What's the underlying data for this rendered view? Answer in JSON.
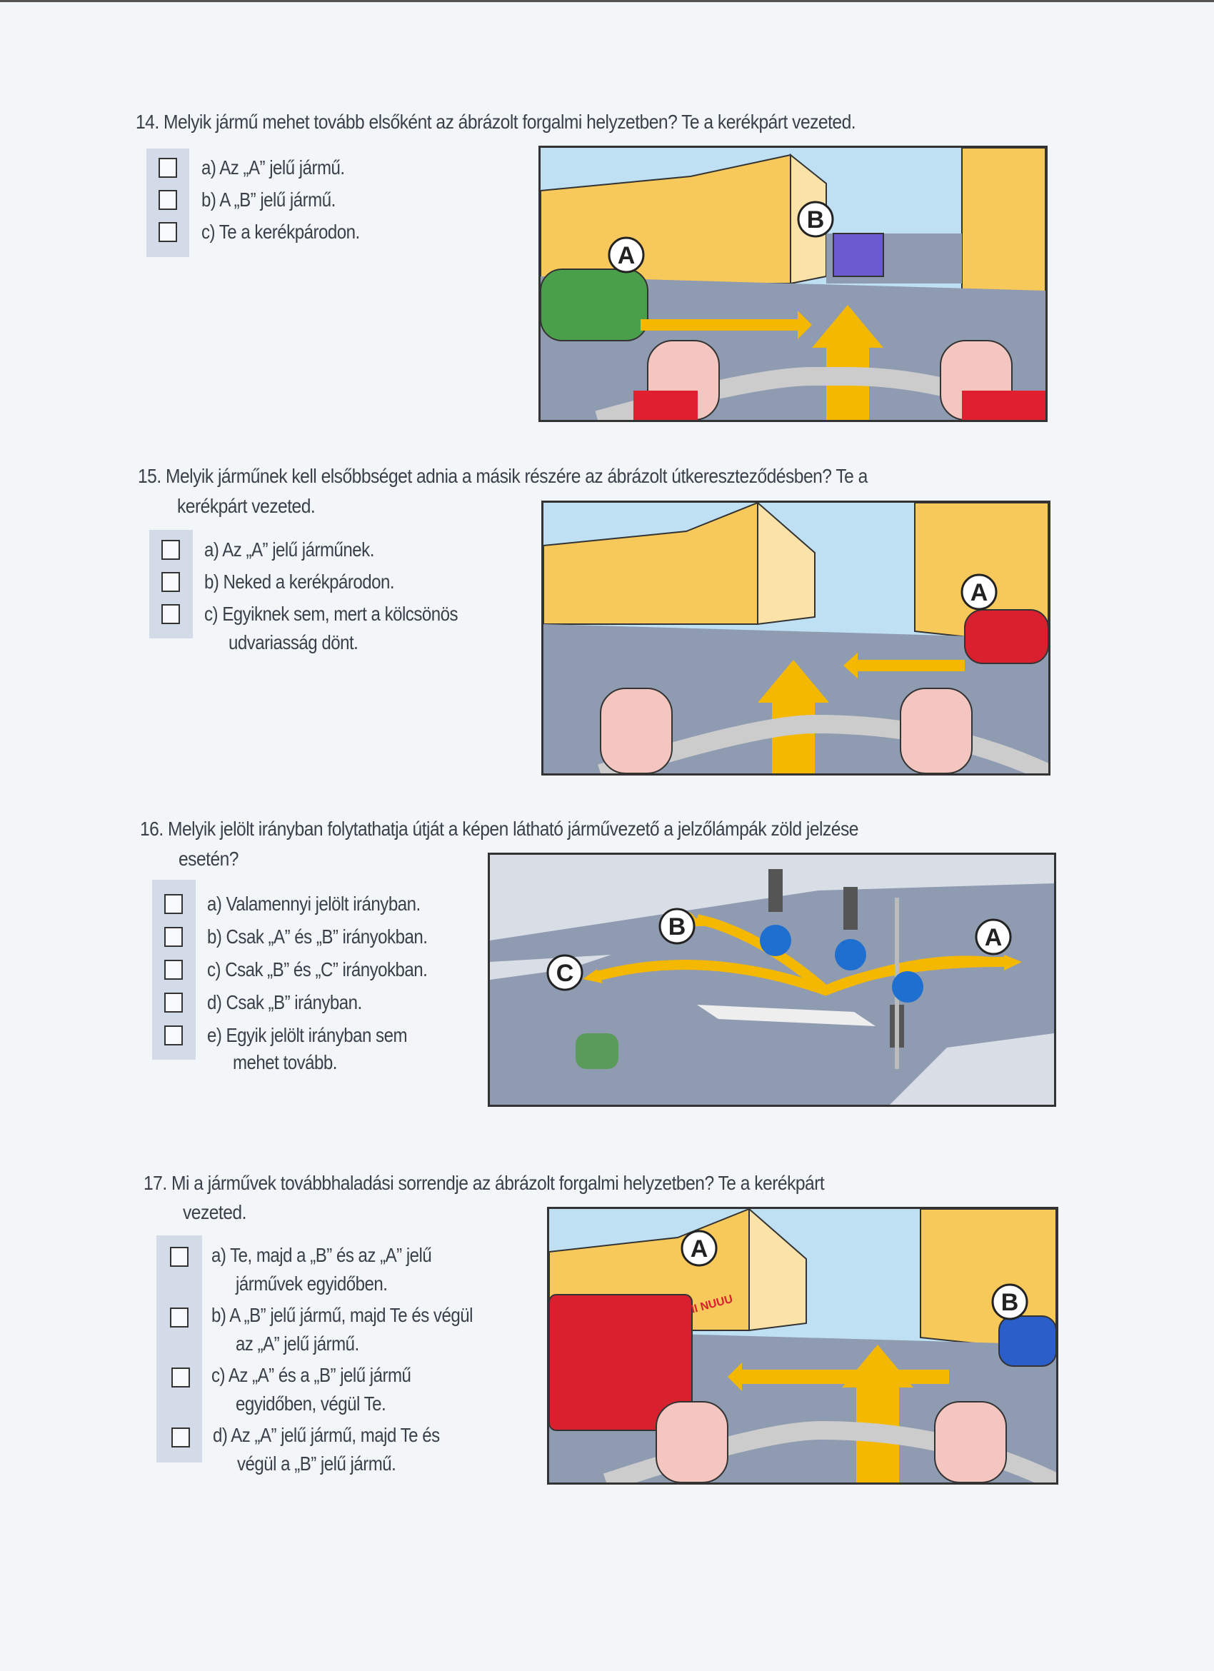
{
  "questions": [
    {
      "title": "14. Melyik jármű mehet tovább elsőként az ábrázolt forgalmi helyzetben? Te a kerékpárt vezeted.",
      "options": [
        "a) Az „A” jelű jármű.",
        "b) A „B” jelű jármű.",
        "c) Te a kerékpárodon."
      ],
      "labels": [
        "A",
        "B"
      ]
    },
    {
      "title": "15. Melyik járműnek kell elsőbbséget adnia a másik részére az ábrázolt útkereszteződésben? Te a",
      "title2": "kerékpárt vezeted.",
      "options": [
        "a) Az „A” jelű járműnek.",
        "b) Neked a kerékpárodon.",
        "c) Egyiknek sem, mert a kölcsönös",
        "udvariasság dönt."
      ],
      "labels": [
        "A"
      ]
    },
    {
      "title": "16. Melyik jelölt irányban folytathatja útját a képen látható járművezető a jelzőlámpák zöld jelzése",
      "title2": "esetén?",
      "options": [
        "a) Valamennyi jelölt irányban.",
        "b) Csak „A” és „B” irányokban.",
        "c) Csak „B” és „C” irányokban.",
        "d) Csak „B” irányban.",
        "e) Egyik jelölt irányban sem",
        "mehet tovább."
      ],
      "labels": [
        "A",
        "B",
        "C"
      ]
    },
    {
      "title": "17. Mi a járművek továbbhaladási sorrendje az ábrázolt forgalmi helyzetben? Te a kerékpárt",
      "title2": "vezeted.",
      "options": [
        "a) Te, majd a „B” és az „A” jelű",
        "járművek egyidőben.",
        "b) A „B” jelű jármű, majd Te és végül",
        "az „A” jelű jármű.",
        "c) Az „A” és a „B” jelű jármű",
        "egyidőben, végül Te.",
        "d) Az „A” jelű jármű, majd Te és",
        "végül a „B” jelű jármű."
      ],
      "labels": [
        "A",
        "B"
      ],
      "siren": "NIII NUUU"
    }
  ],
  "colors": {
    "building": "#f7c85a",
    "road": "#8f9bb0",
    "arrow": "#f5b800",
    "sky": "#bfe0f2",
    "box": "#d3dbe8"
  }
}
